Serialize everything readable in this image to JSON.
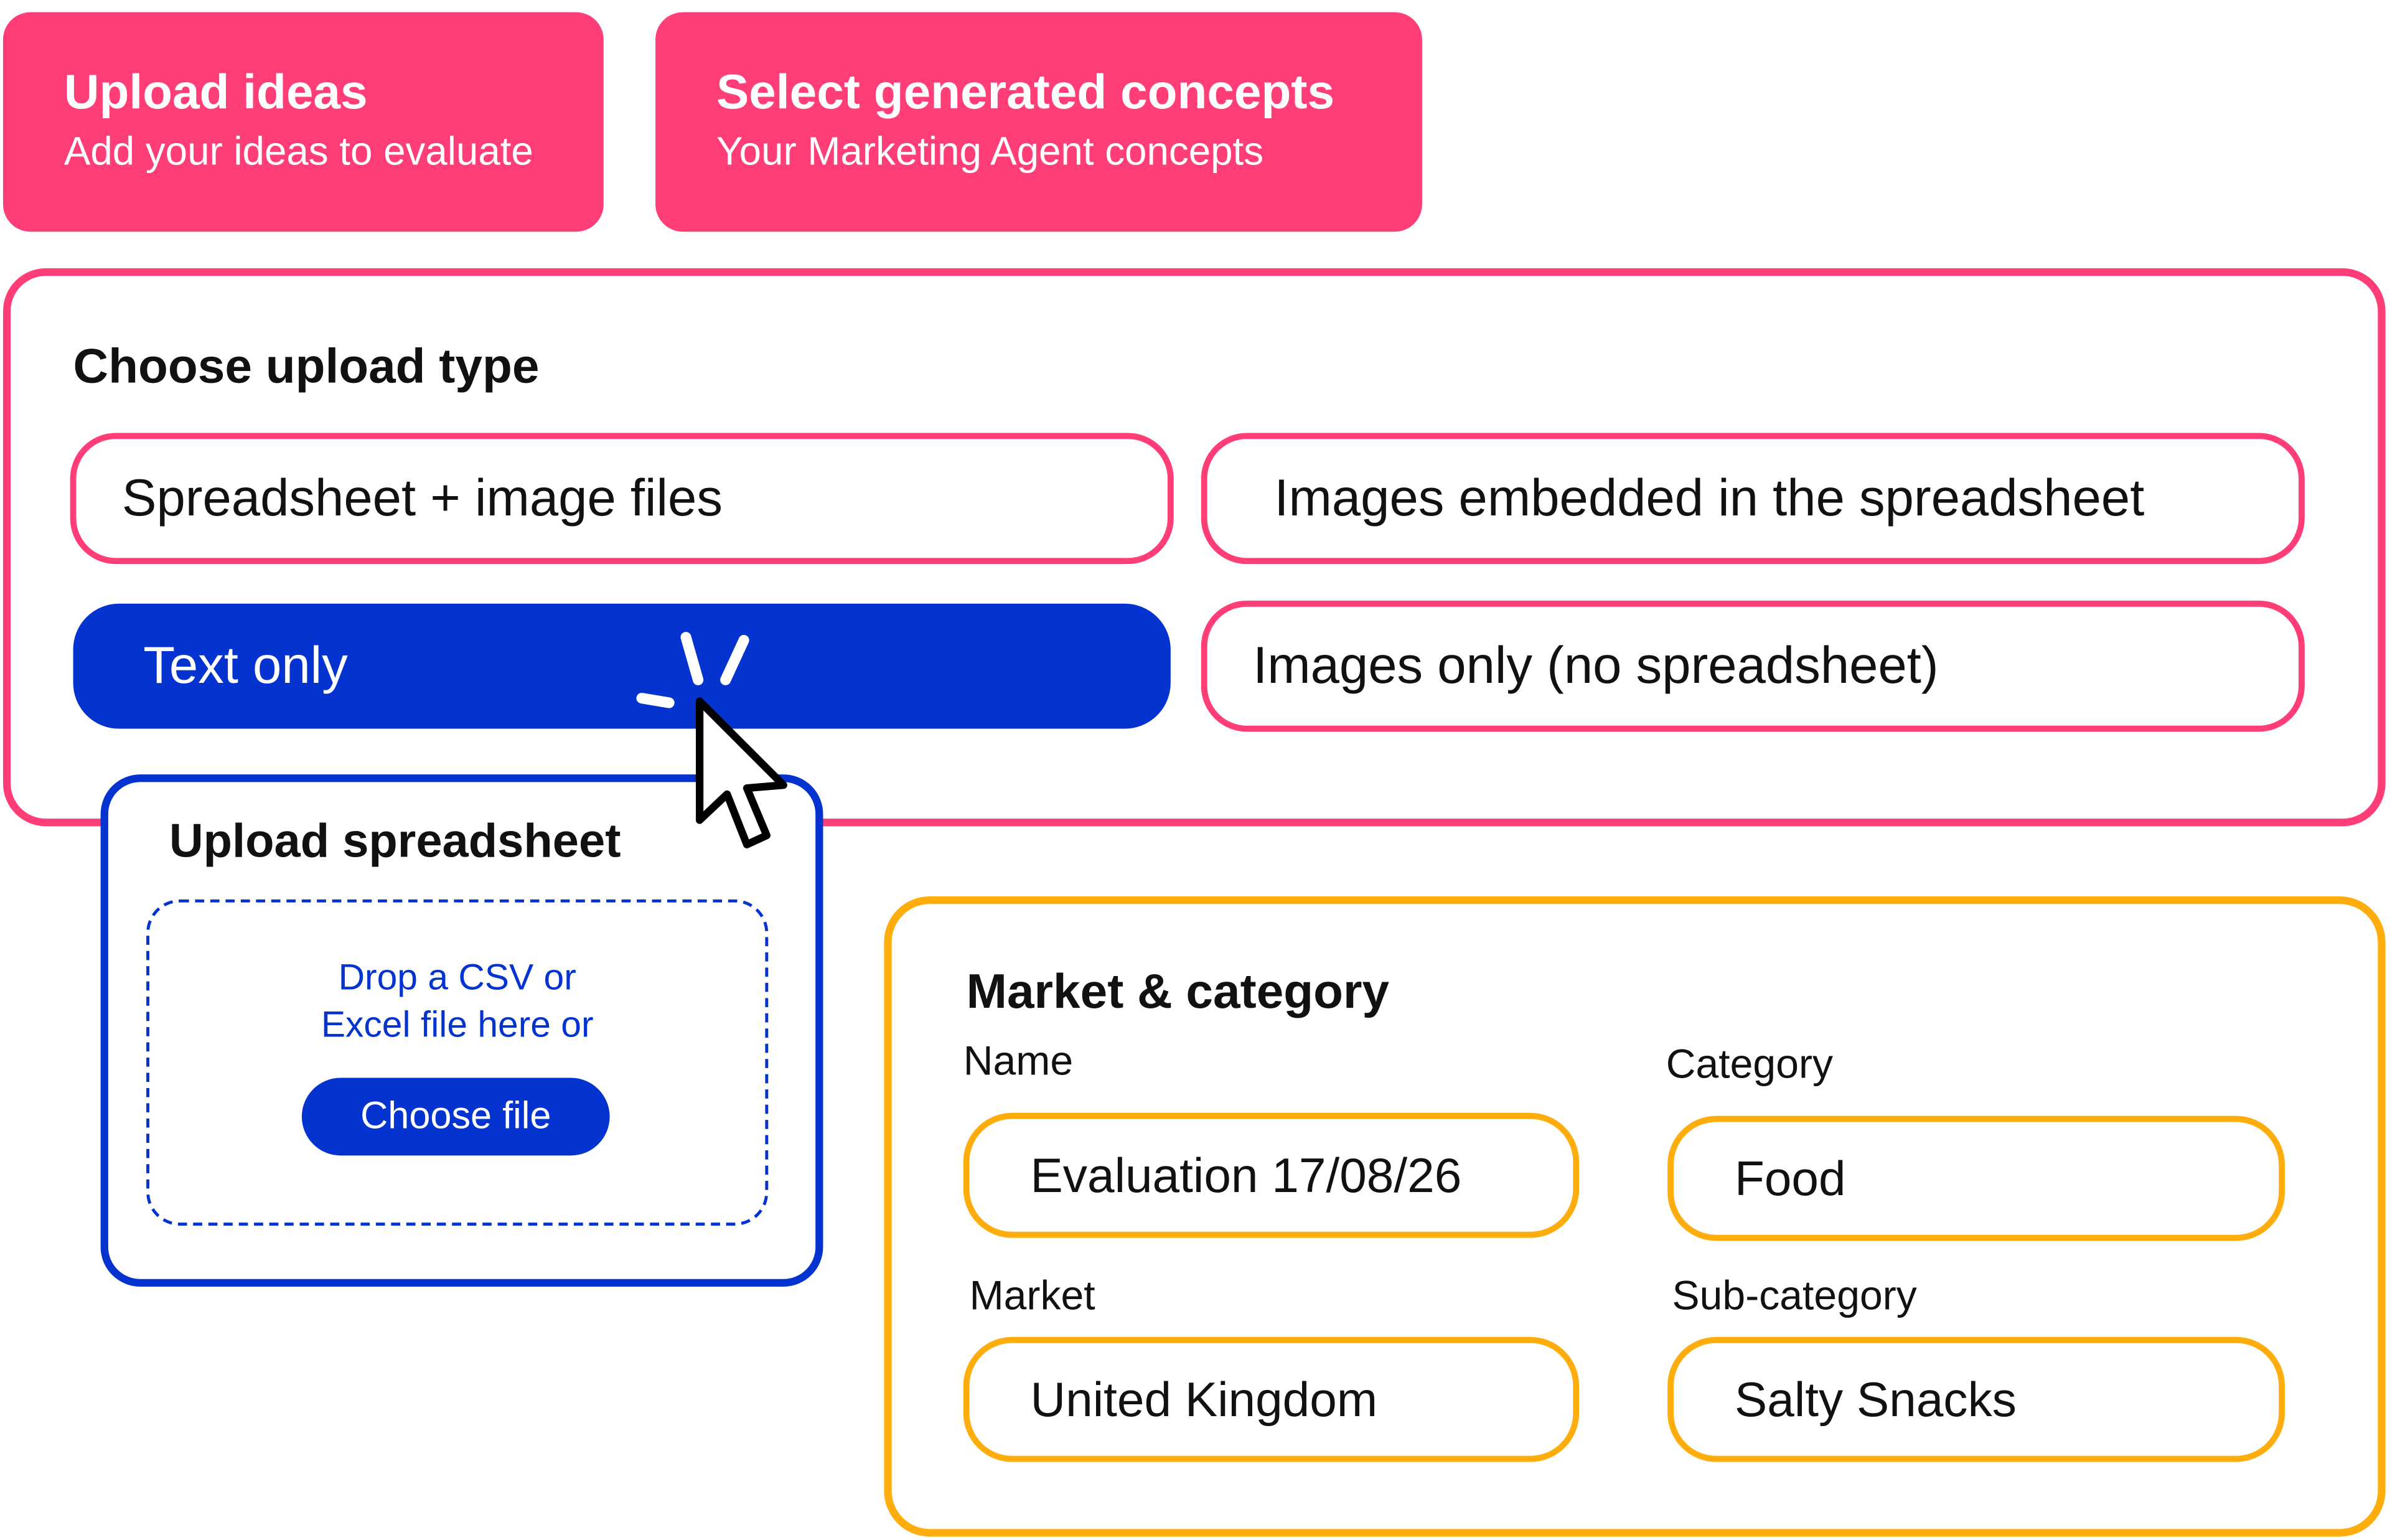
{
  "tiles": {
    "upload_title": "Upload ideas",
    "upload_subtitle": "Add your ideas to evaluate",
    "select_title": "Select generated concepts",
    "select_subtitle": "Your Marketing Agent concepts"
  },
  "upload_type": {
    "heading": "Choose upload type",
    "options": [
      "Spreadsheet + image files",
      "Images embedded in the spreadsheet",
      "Text only",
      "Images only (no spreadsheet)"
    ],
    "selected": "Text only"
  },
  "upload_spreadsheet": {
    "heading": "Upload spreadsheet",
    "drop_line1": "Drop a CSV or",
    "drop_line2": "Excel file here or",
    "button": "Choose file"
  },
  "market_category": {
    "heading": "Market & category",
    "name_label": "Name",
    "name_value": "Evaluation 17/08/26",
    "category_label": "Category",
    "category_value": "Food",
    "market_label": "Market",
    "market_value": "United Kingdom",
    "subcategory_label": "Sub-category",
    "subcategory_value": "Salty Snacks"
  },
  "colors": {
    "pink": "#ff3d77",
    "blue": "#0433cf",
    "orange": "#ffad0d"
  },
  "icons": [
    "cursor-arrow-icon",
    "click-burst-icon"
  ]
}
